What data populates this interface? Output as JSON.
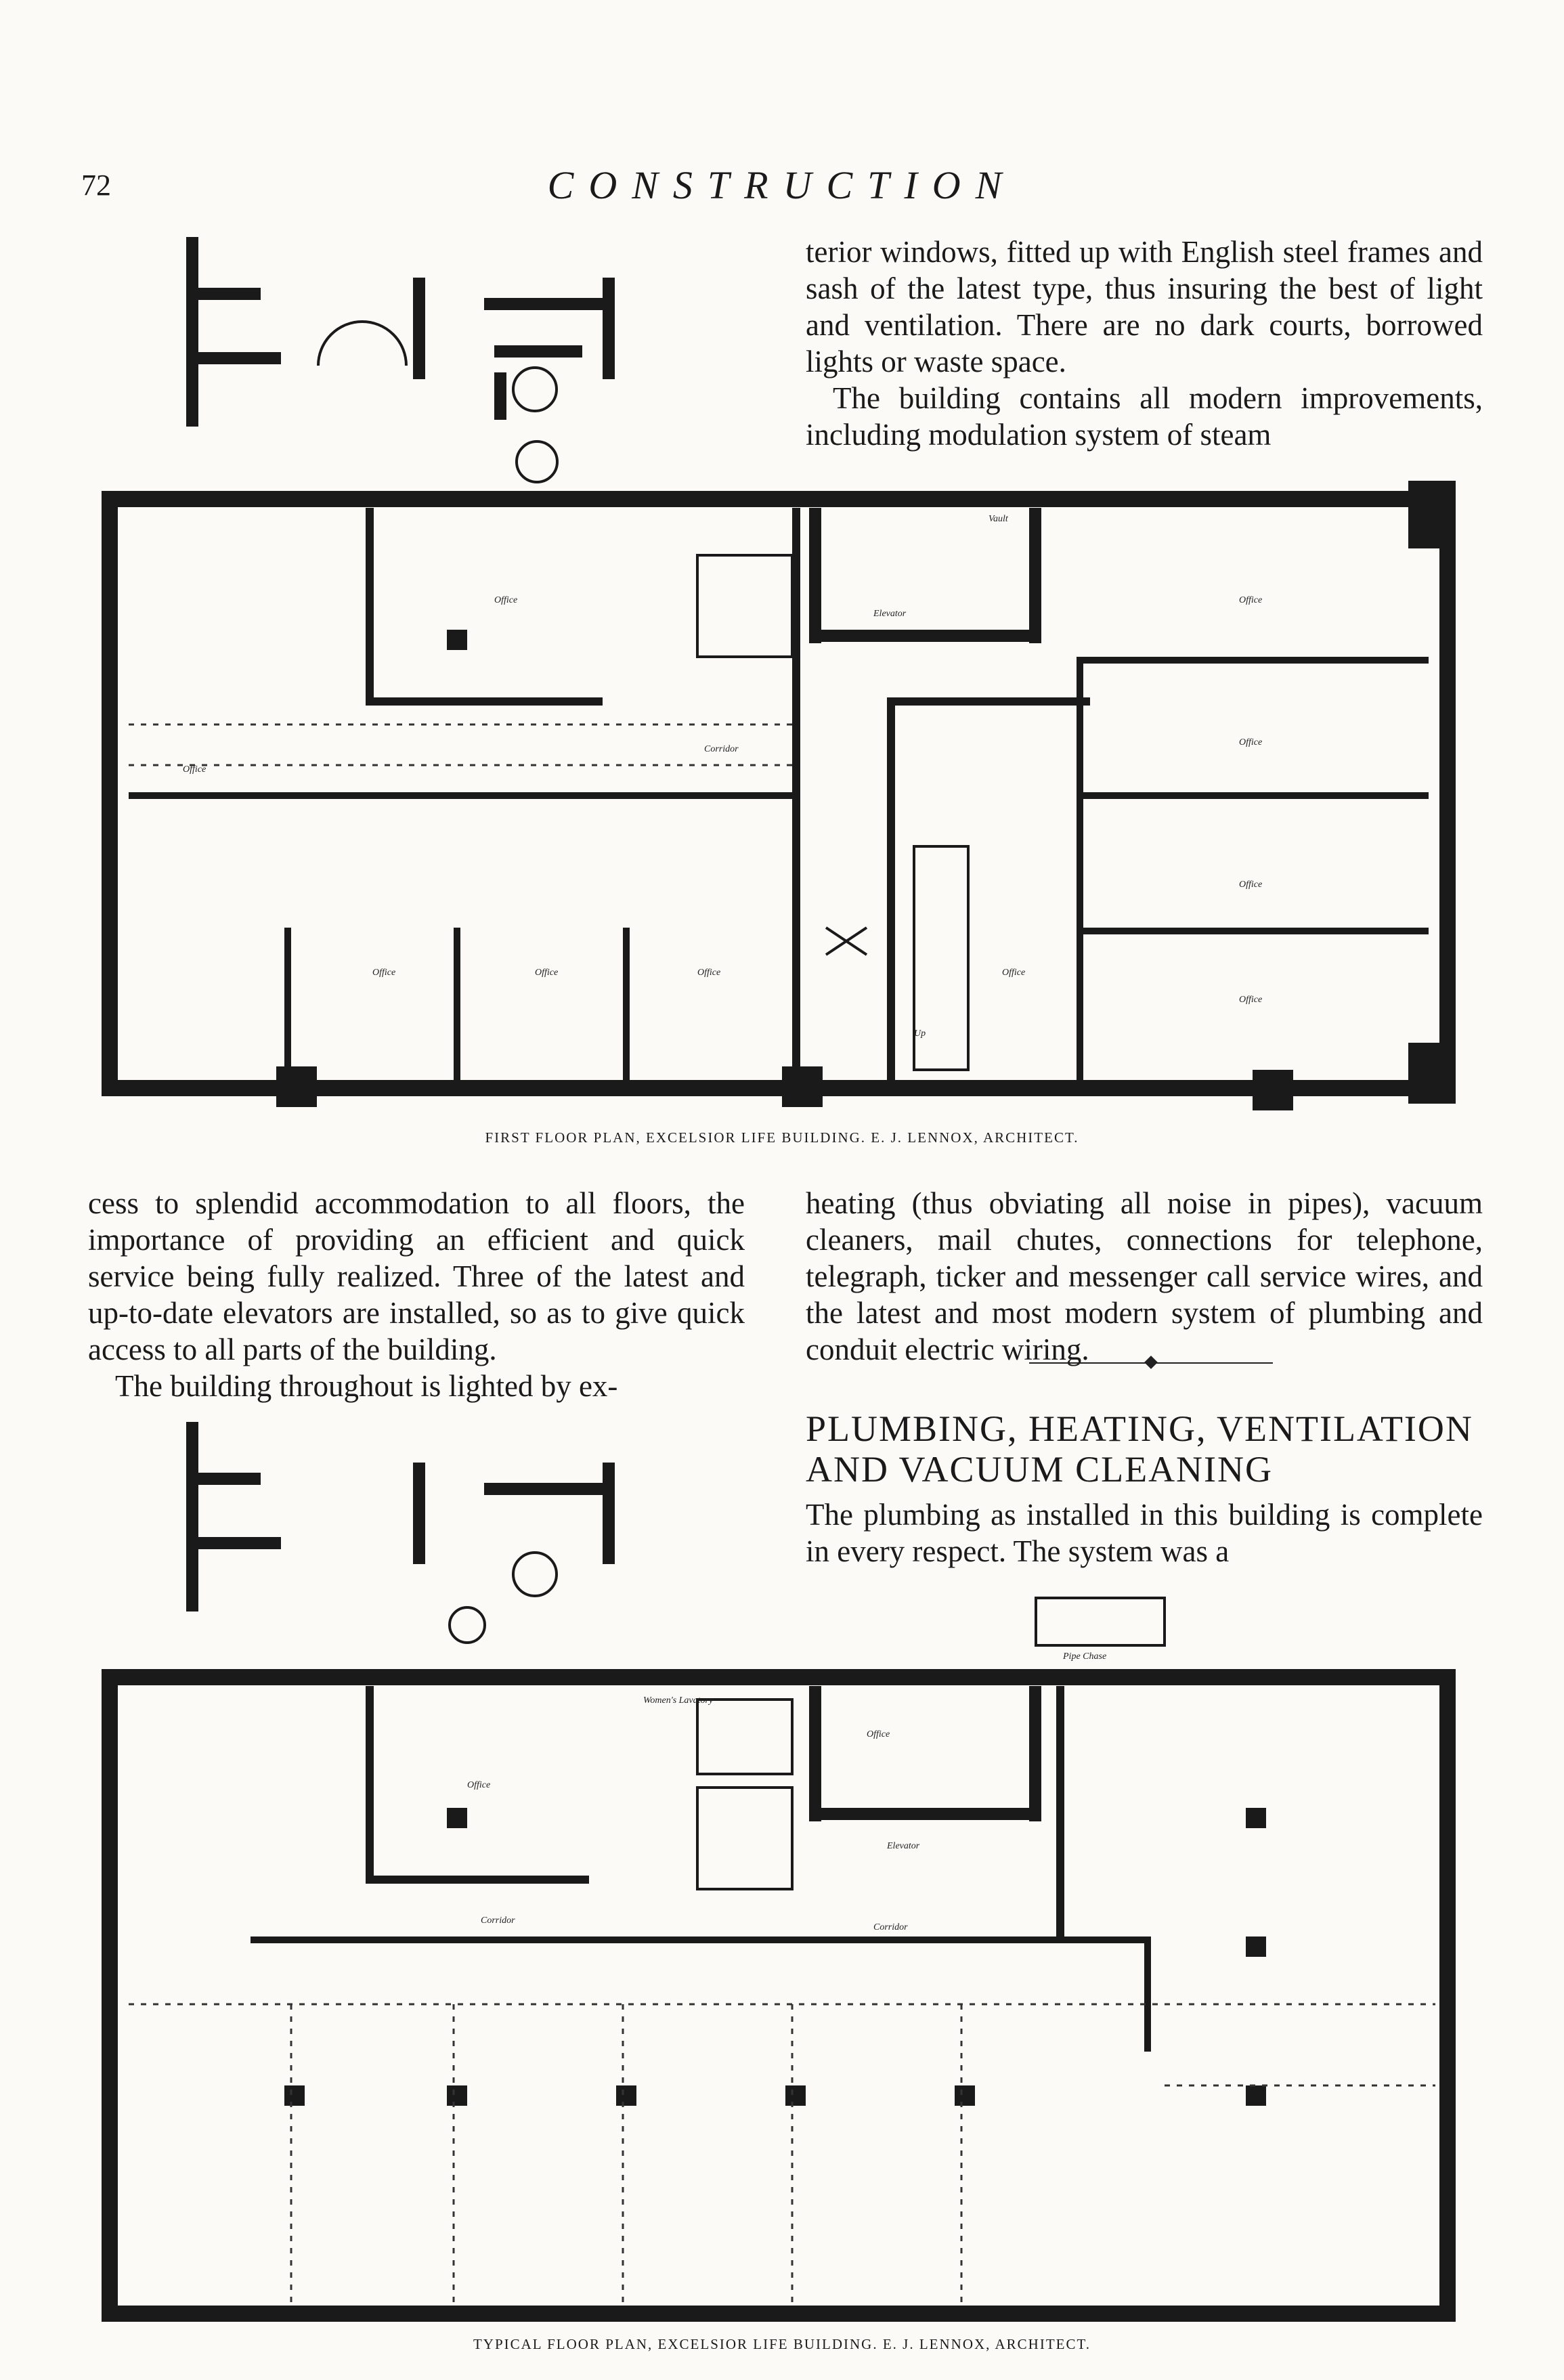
{
  "page": {
    "number": "72",
    "running_head": "CONSTRUCTION"
  },
  "text": {
    "top_right_paragraph1": "terior windows, fitted up with English steel frames and sash of the latest type, thus insuring the best of light and ventilation. There are no dark courts, borrowed lights or waste space.",
    "top_right_paragraph2": "The building contains all modern improvements, including modulation system of steam",
    "mid_left_paragraph1": "cess to splendid accommodation to all floors, the importance of providing an efficient and quick service being fully realized. Three of the latest and up-to-date elevators are installed, so as to give quick access to all parts of the building.",
    "mid_left_paragraph2": "The building throughout is lighted by ex-",
    "mid_right_paragraph": "heating (thus obviating all noise in pipes), vacuum cleaners, mail chutes, connections for telephone, telegraph, ticker and messenger call service wires, and the latest and most modern system of plumbing and conduit electric wiring.",
    "section_heading": "PLUMBING, HEATING, VENTILATION AND VACUUM CLEANING",
    "bottom_right_paragraph": "The plumbing as installed in this building is complete in every respect. The system was a"
  },
  "captions": {
    "first_floor": "FIRST FLOOR PLAN, EXCELSIOR LIFE BUILDING.  E. J. LENNOX, ARCHITECT.",
    "typical_floor": "TYPICAL FLOOR PLAN, EXCELSIOR LIFE BUILDING.  E. J. LENNOX, ARCHITECT."
  },
  "plan_labels": {
    "first": {
      "office": "Office",
      "vault": "Vault",
      "elevator": "Elevator",
      "corridor": "Corridor",
      "up": "Up"
    },
    "typical": {
      "office": "Office",
      "corridor": "Corridor",
      "elevator": "Elevator",
      "womens_lavatory": "Women's Lavatory",
      "pipe_chase": "Pipe Chase"
    }
  },
  "colors": {
    "ink": "#1a1a1a",
    "paper": "#fbfaf7"
  }
}
